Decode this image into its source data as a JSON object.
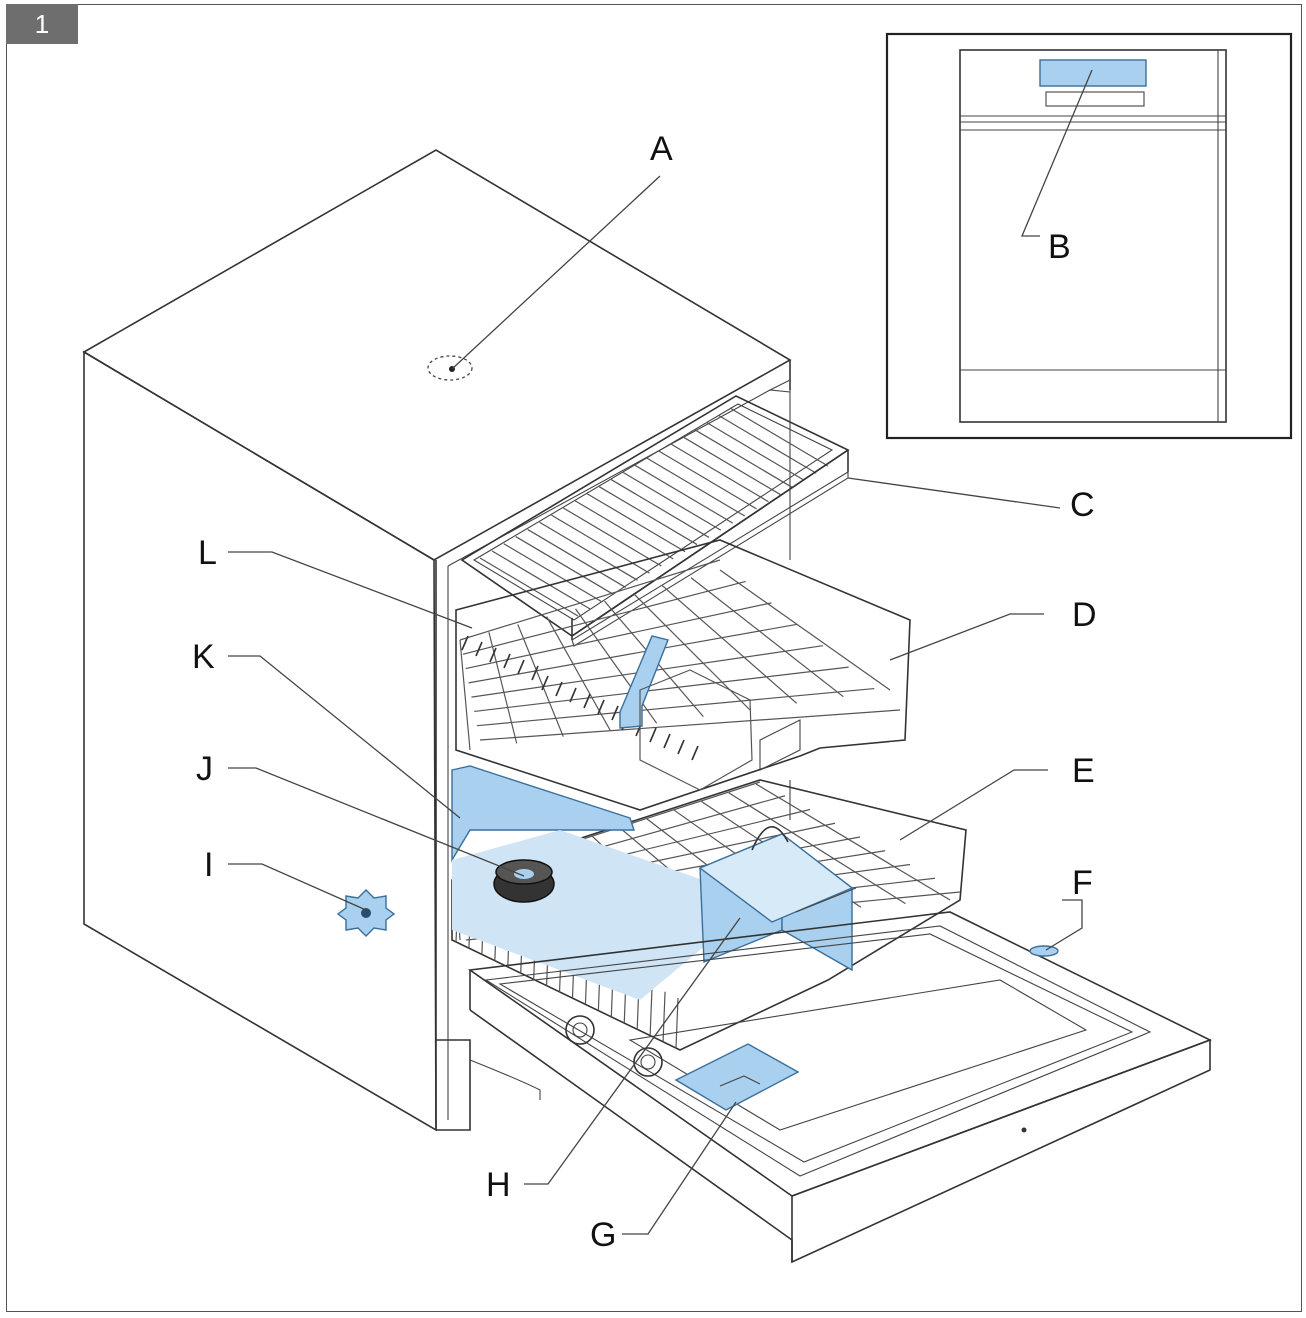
{
  "figure": {
    "number": "1",
    "colors": {
      "highlight": "#a9d0ee",
      "outline": "#333333",
      "background": "#ffffff"
    }
  },
  "callouts": {
    "A": "A",
    "B": "B",
    "C": "C",
    "D": "D",
    "E": "E",
    "F": "F",
    "G": "G",
    "H": "H",
    "I": "I",
    "J": "J",
    "K": "K",
    "L": "L"
  }
}
